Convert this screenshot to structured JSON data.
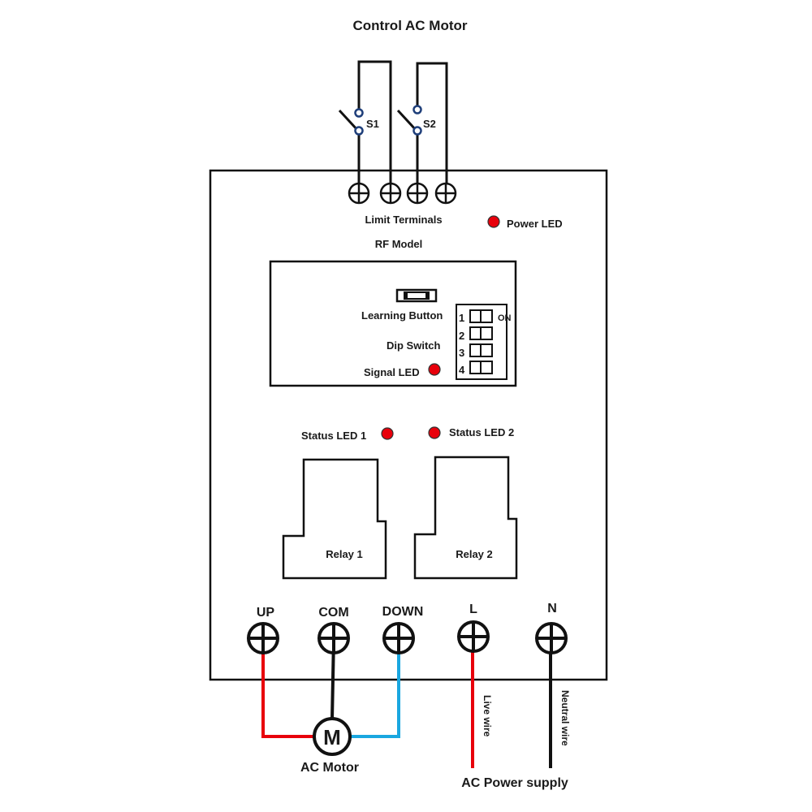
{
  "title": "Control AC Motor",
  "switches": {
    "s1": "S1",
    "s2": "S2"
  },
  "board": {
    "limit_terminals": "Limit Terminals",
    "power_led": "Power LED",
    "rf_model": "RF Model",
    "learning_button": "Learning Button",
    "dip_switch": "Dip Switch",
    "signal_led": "Signal LED",
    "dip_numbers": [
      "1",
      "2",
      "3",
      "4"
    ],
    "dip_on": "ON",
    "status_led_1": "Status LED 1",
    "status_led_2": "Status LED 2",
    "relay_1": "Relay 1",
    "relay_2": "Relay 2"
  },
  "terminals": {
    "up": "UP",
    "com": "COM",
    "down": "DOWN",
    "l": "L",
    "n": "N"
  },
  "motor": {
    "symbol": "M",
    "label": "AC Motor"
  },
  "wires": {
    "live": "Live wire",
    "neutral": "Neutral wire"
  },
  "supply": "AC Power supply",
  "colors": {
    "led": "#e8000b",
    "live_wire": "#e8000b",
    "up_wire": "#e8000b",
    "down_wire": "#1aa7e0",
    "line": "#111111"
  }
}
